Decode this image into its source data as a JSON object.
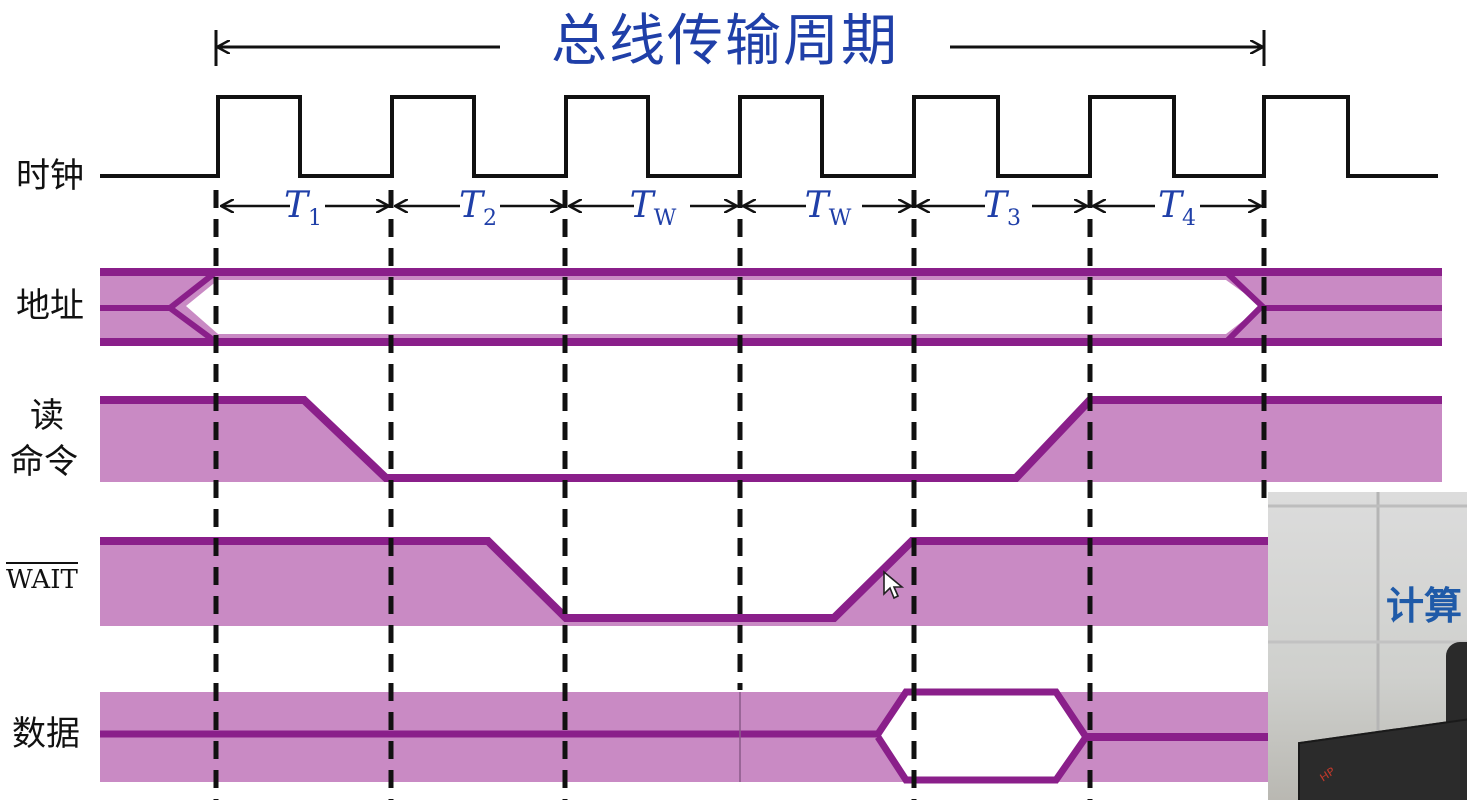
{
  "title": "总线传输周期",
  "signals": {
    "clock": "时钟",
    "address": "地址",
    "read_line1": "读",
    "read_line2": "命令",
    "wait": "WAIT",
    "data": "数据"
  },
  "periods": [
    {
      "letter": "T",
      "sub": "1"
    },
    {
      "letter": "T",
      "sub": "2"
    },
    {
      "letter": "T",
      "sub": "W"
    },
    {
      "letter": "T",
      "sub": "W"
    },
    {
      "letter": "T",
      "sub": "3"
    },
    {
      "letter": "T",
      "sub": "4"
    }
  ],
  "inset": {
    "sign_text": "计算",
    "laptop_logo": "HP"
  },
  "colors": {
    "signal_fill": "#c98ac4",
    "signal_line": "#8a1f8a",
    "title": "#1f3fa8",
    "label_blue": "#1f3fa8",
    "ink": "#111111"
  }
}
